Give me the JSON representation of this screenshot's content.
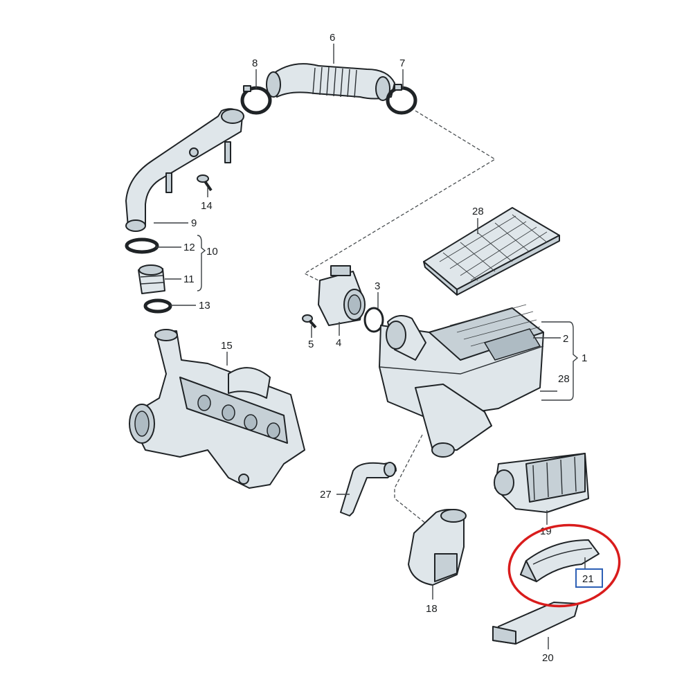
{
  "callouts": {
    "c1": "1",
    "c2": "2",
    "c3": "3",
    "c4": "4",
    "c5": "5",
    "c6": "6",
    "c7": "7",
    "c8": "8",
    "c9": "9",
    "c10": "10",
    "c11": "11",
    "c12": "12",
    "c13": "13",
    "c14": "14",
    "c15": "15",
    "c18": "18",
    "c19": "19",
    "c20": "20",
    "c21": "21",
    "c27": "27",
    "c28a": "28",
    "c28b": "28"
  },
  "highlight": {
    "part": "21",
    "ring_color": "#d91c1c",
    "box_color": "#2c5fb5"
  },
  "colors": {
    "part_fill": "#dfe6ea",
    "outline": "#1f2326"
  }
}
